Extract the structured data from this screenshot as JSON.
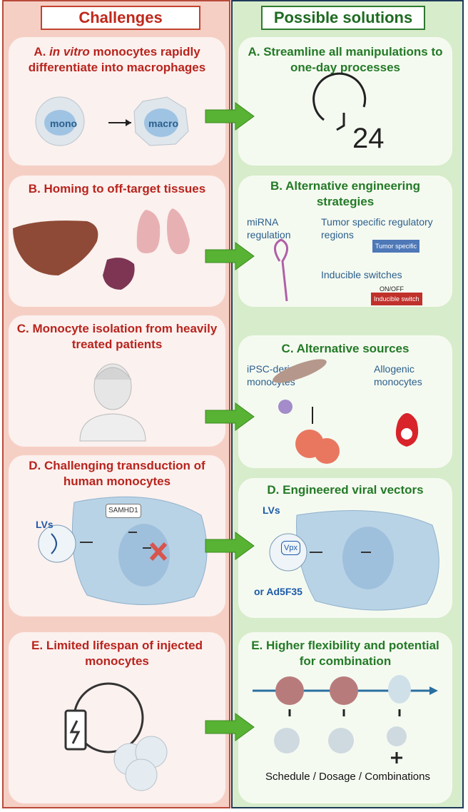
{
  "headers": {
    "left": "Challenges",
    "right": "Possible solutions"
  },
  "challenges": [
    {
      "id": "A",
      "title_prefix": "A. ",
      "title_italic": "in vitro",
      "title_rest": " monocytes rapidly differentiate into macrophages",
      "labels": {
        "mono": "mono",
        "macro": "macro"
      }
    },
    {
      "id": "B",
      "title": "B. Homing to off-target tissues"
    },
    {
      "id": "C",
      "title": "C. Monocyte isolation from heavily treated patients"
    },
    {
      "id": "D",
      "title": "D. Challenging transduction of human monocytes",
      "labels": {
        "samhd1": "SAMHD1",
        "lvs": "LVs"
      }
    },
    {
      "id": "E",
      "title": "E. Limited lifespan of injected monocytes"
    }
  ],
  "solutions": [
    {
      "id": "A",
      "title": "A. Streamline all manipulations to one-day processes",
      "clock_label": "24"
    },
    {
      "id": "B",
      "title": "B. Alternative engineering strategies",
      "mirna": "miRNA regulation",
      "tumor": "Tumor specific regulatory regions",
      "tumor_box": "Tumor specific",
      "inducible": "Inducible switches",
      "onoff": "ON/OFF",
      "inducible_box": "Inducible switch"
    },
    {
      "id": "C",
      "title": "C. Alternative sources",
      "ipsc": "iPSC-derived monocytes",
      "allo": "Allogenic monocytes"
    },
    {
      "id": "D",
      "title": "D. Engineered viral vectors",
      "lvs": "LVs",
      "vpx": "Vpx",
      "ad": "or Ad5F35"
    },
    {
      "id": "E",
      "title": "E. Higher flexibility and potential for combination",
      "footer": "Schedule / Dosage / Combinations"
    }
  ],
  "colors": {
    "challenge_red": "#b8241d",
    "solution_green": "#237a26",
    "arrow_green": "#58b233"
  }
}
